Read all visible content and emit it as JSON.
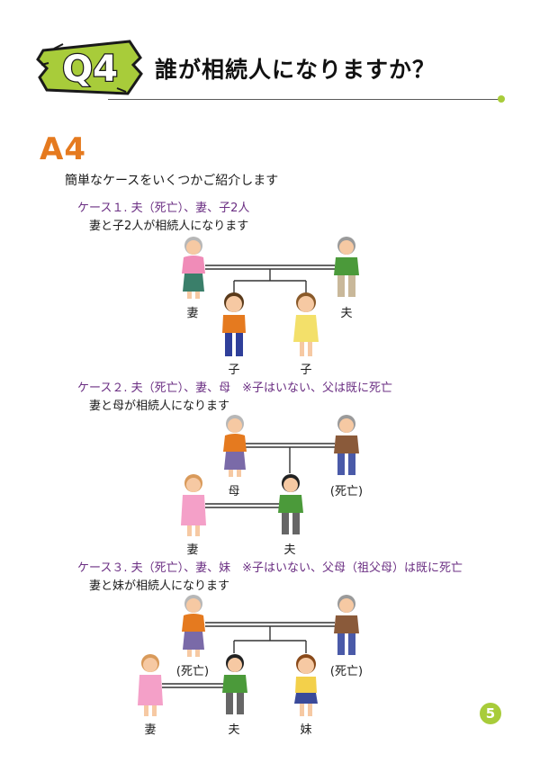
{
  "header": {
    "badge": "Q4",
    "title": "誰が相続人になりますか？"
  },
  "answer": {
    "label": "A4",
    "intro": "簡単なケースをいくつかご紹介します"
  },
  "cases": [
    {
      "title": "ケース１. 夫（死亡）、妻、子2人",
      "description": "妻と子2人が相続人になります",
      "labels": {
        "wife": "妻",
        "husband": "夫",
        "child1": "子",
        "child2": "子"
      }
    },
    {
      "title": "ケース２. 夫（死亡）、妻、母　※子はいない、父は既に死亡",
      "description": "妻と母が相続人になります",
      "labels": {
        "mother": "母",
        "father": "(死亡)",
        "wife": "妻",
        "husband": "夫"
      }
    },
    {
      "title": "ケース３. 夫（死亡）、妻、妹　※子はいない、父母（祖父母）は既に死亡",
      "description": "妻と妹が相続人になります",
      "labels": {
        "mother": "(死亡)",
        "father": "(死亡)",
        "wife": "妻",
        "husband": "夫",
        "sister": "妹"
      }
    }
  ],
  "page": {
    "number": "5"
  },
  "colors": {
    "accent_green": "#a8cc3a",
    "accent_orange": "#e57a1f",
    "case_purple": "#6b2f83"
  }
}
